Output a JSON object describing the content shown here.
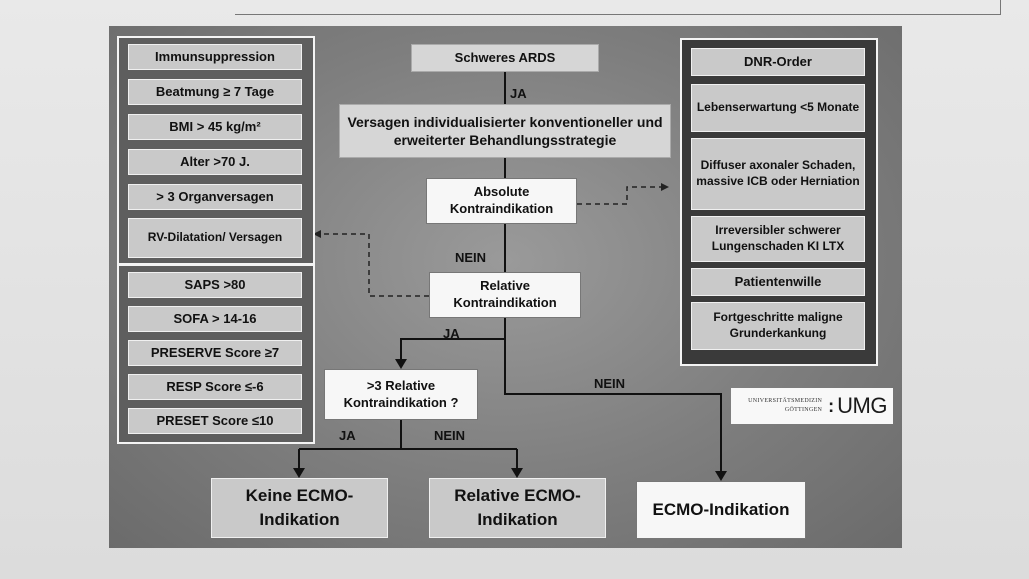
{
  "left_panel_top": [
    "Immunsuppression",
    "Beatmung ≥ 7 Tage",
    "BMI > 45 kg/m²",
    "Alter >70 J.",
    "> 3 Organversagen",
    "RV-Dilatation/ Versagen"
  ],
  "left_panel_bottom": [
    "SAPS >80",
    "SOFA > 14-16",
    "PRESERVE Score ≥7",
    "RESP Score ≤-6",
    "PRESET Score ≤10"
  ],
  "right_panel": [
    "DNR-Order",
    "Lebenserwartung <5 Monate",
    "Diffuser axonaler Schaden, massive ICB oder Herniation",
    "Irreversibler schwerer Lungenschaden KI LTX",
    "Patientenwille",
    "Fortgeschritte maligne Grunderkankung"
  ],
  "flow": {
    "start": "Schweres ARDS",
    "ja_1": "JA",
    "failure": "Versagen individualisierter konventioneller und erweiterter Behandlungsstrategie",
    "absolute": "Absolute Kontraindikation",
    "nein_1": "NEIN",
    "relative": "Relative Kontraindikation",
    "ja_2": "JA",
    "nein_2": "NEIN",
    "more_relative": ">3 Relative Kontraindikation ?",
    "ja_3": "JA",
    "nein_3": "NEIN"
  },
  "outcomes": {
    "keine": "Keine ECMO-Indikation",
    "relative": "Relative ECMO-Indikation",
    "ecmo": "ECMO-Indikation"
  },
  "logo": {
    "line1": "UNIVERSITÄTSMEDIZIN",
    "line2": "GÖTTINGEN",
    "mark": "UMG"
  }
}
